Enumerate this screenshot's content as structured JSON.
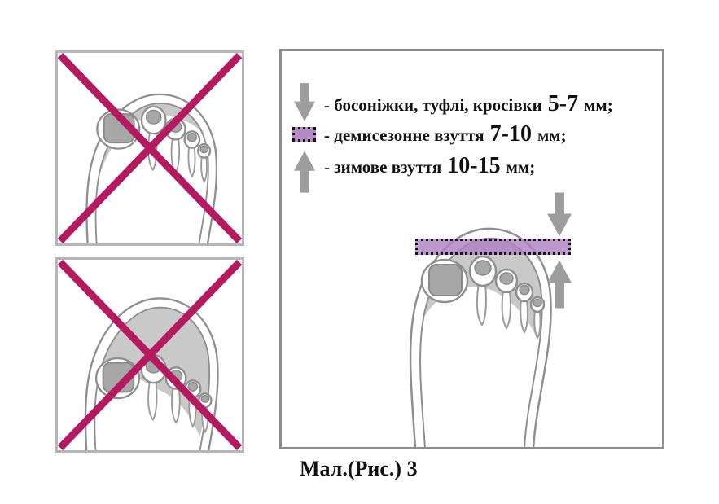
{
  "legend": {
    "items": [
      {
        "icon": "down-arrow-icon",
        "label": "- босоніжки, туфлі, кросівки",
        "value": "5-7",
        "unit": "мм;"
      },
      {
        "icon": "dotted-bar-icon",
        "label": "- демисезонне взуття",
        "value": "7-10",
        "unit": "мм;"
      },
      {
        "icon": "up-arrow-icon",
        "label": "- зимове взуття",
        "value": "10-15",
        "unit": "мм;"
      }
    ]
  },
  "caption": {
    "text": "Мал.(Рис.) 3"
  },
  "colors": {
    "cross": "#b5195f",
    "arrow": "#9d9d9d",
    "allowance_bar": "#b48cc4",
    "left_box_border": "#b6b6b6",
    "right_panel_border": "#8d8d8d",
    "text": "#111111"
  }
}
